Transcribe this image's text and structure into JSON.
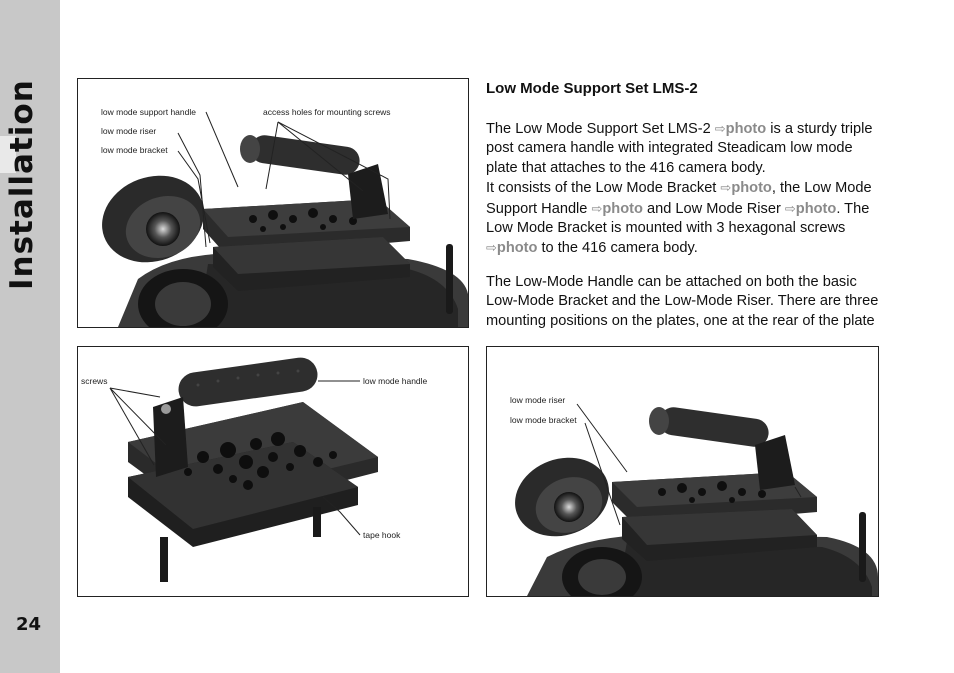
{
  "sidebar": {
    "section_title": "Installation",
    "page_number": "24"
  },
  "figure1": {
    "labels": {
      "support_handle": "low mode support handle",
      "riser": "low mode riser",
      "bracket": "low mode bracket",
      "access_holes": "access holes for mounting screws"
    }
  },
  "figure2": {
    "labels": {
      "screws": "screws",
      "handle": "low mode handle",
      "tape_hook": "tape hook"
    }
  },
  "figure3": {
    "labels": {
      "riser": "low mode riser",
      "bracket": "low mode bracket"
    }
  },
  "content": {
    "heading": "Low Mode Support Set LMS-2",
    "photo_ref": "photo",
    "p1": {
      "s1": "The Low Mode Support Set LMS-2 ",
      "s2": " is a sturdy triple post camera handle with integrated Steadicam low mode plate that attaches to the 416 camera body."
    },
    "p2": {
      "s1": "It consists of the Low Mode Bracket ",
      "s2": ", the Low Mode Support Handle ",
      "s3": " and Low Mode Riser ",
      "s4": ". The Low Mode Bracket is mounted with 3 hexagonal screws ",
      "s5": " to the 416 camera body."
    },
    "p3": "The Low-Mode Handle can be attached on both the basic Low-Mode Bracket and the Low-Mode Riser. There are three mounting positions on the plates, one at the rear of the plate"
  }
}
